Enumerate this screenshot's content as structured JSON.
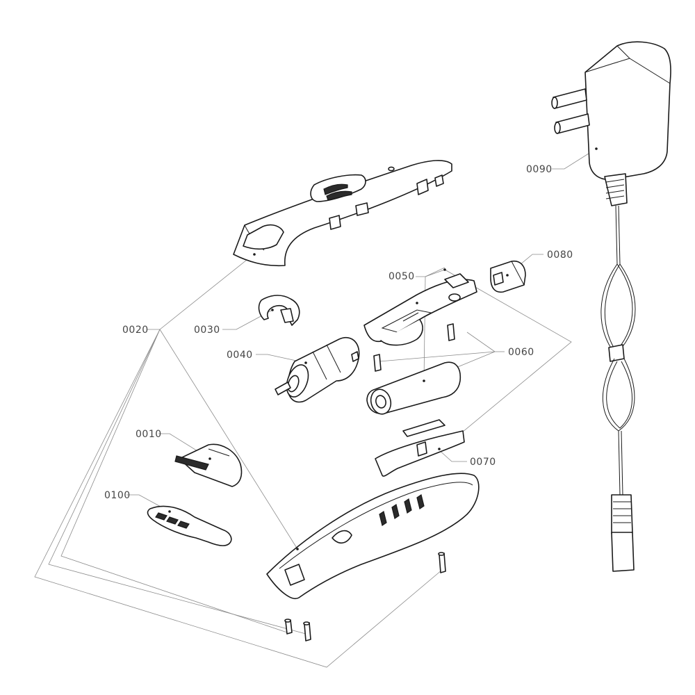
{
  "labels": {
    "p0010": "0010",
    "p0020": "0020",
    "p0030": "0030",
    "p0040": "0040",
    "p0050": "0050",
    "p0060": "0060",
    "p0070": "0070",
    "p0080": "0080",
    "p0090": "0090",
    "p0100": "0100"
  },
  "colors": {
    "line": "#1a1a1a",
    "leader": "#8a8a8a",
    "label": "#444444"
  }
}
